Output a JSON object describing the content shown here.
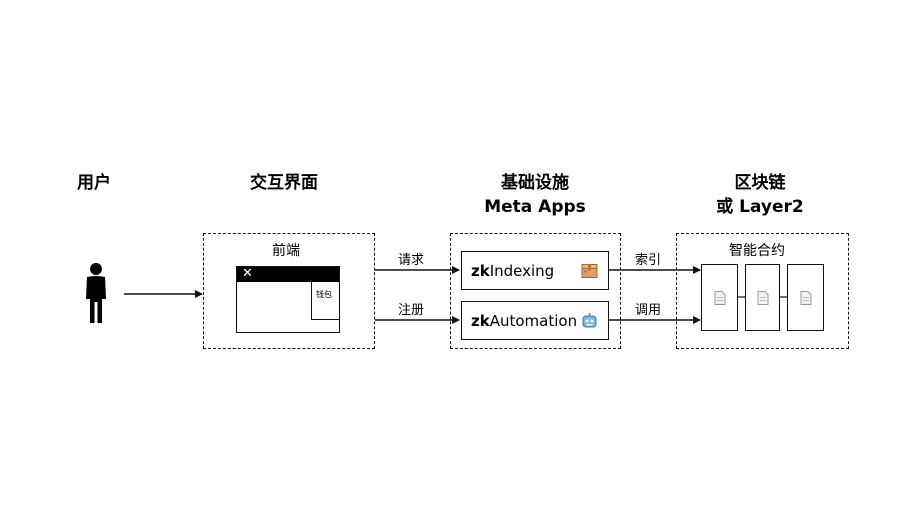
{
  "columns": {
    "user": "用户",
    "frontend": "交互界面",
    "infra_line1": "基础设施",
    "infra_line2": "Meta Apps",
    "chain_line1": "区块链",
    "chain_line2": "或 Layer2"
  },
  "frontend_box": {
    "caption": "前端",
    "window_close": "✕",
    "wallet": "钱包"
  },
  "edges": {
    "request": "请求",
    "register": "注册",
    "index": "索引",
    "invoke": "调用"
  },
  "infra_box": {
    "indexing_prefix": "zk",
    "indexing_suffix": "Indexing",
    "indexing_icon": "package-icon",
    "automation_prefix": "zk",
    "automation_suffix": "Automation",
    "automation_icon": "robot-icon"
  },
  "chain_box": {
    "caption": "智能合约",
    "contract_icon": "document-icon"
  },
  "colors": {
    "line": "#111111",
    "window_bar": "#000000",
    "package": "#d9a464",
    "robot": "#7ab7dd"
  }
}
